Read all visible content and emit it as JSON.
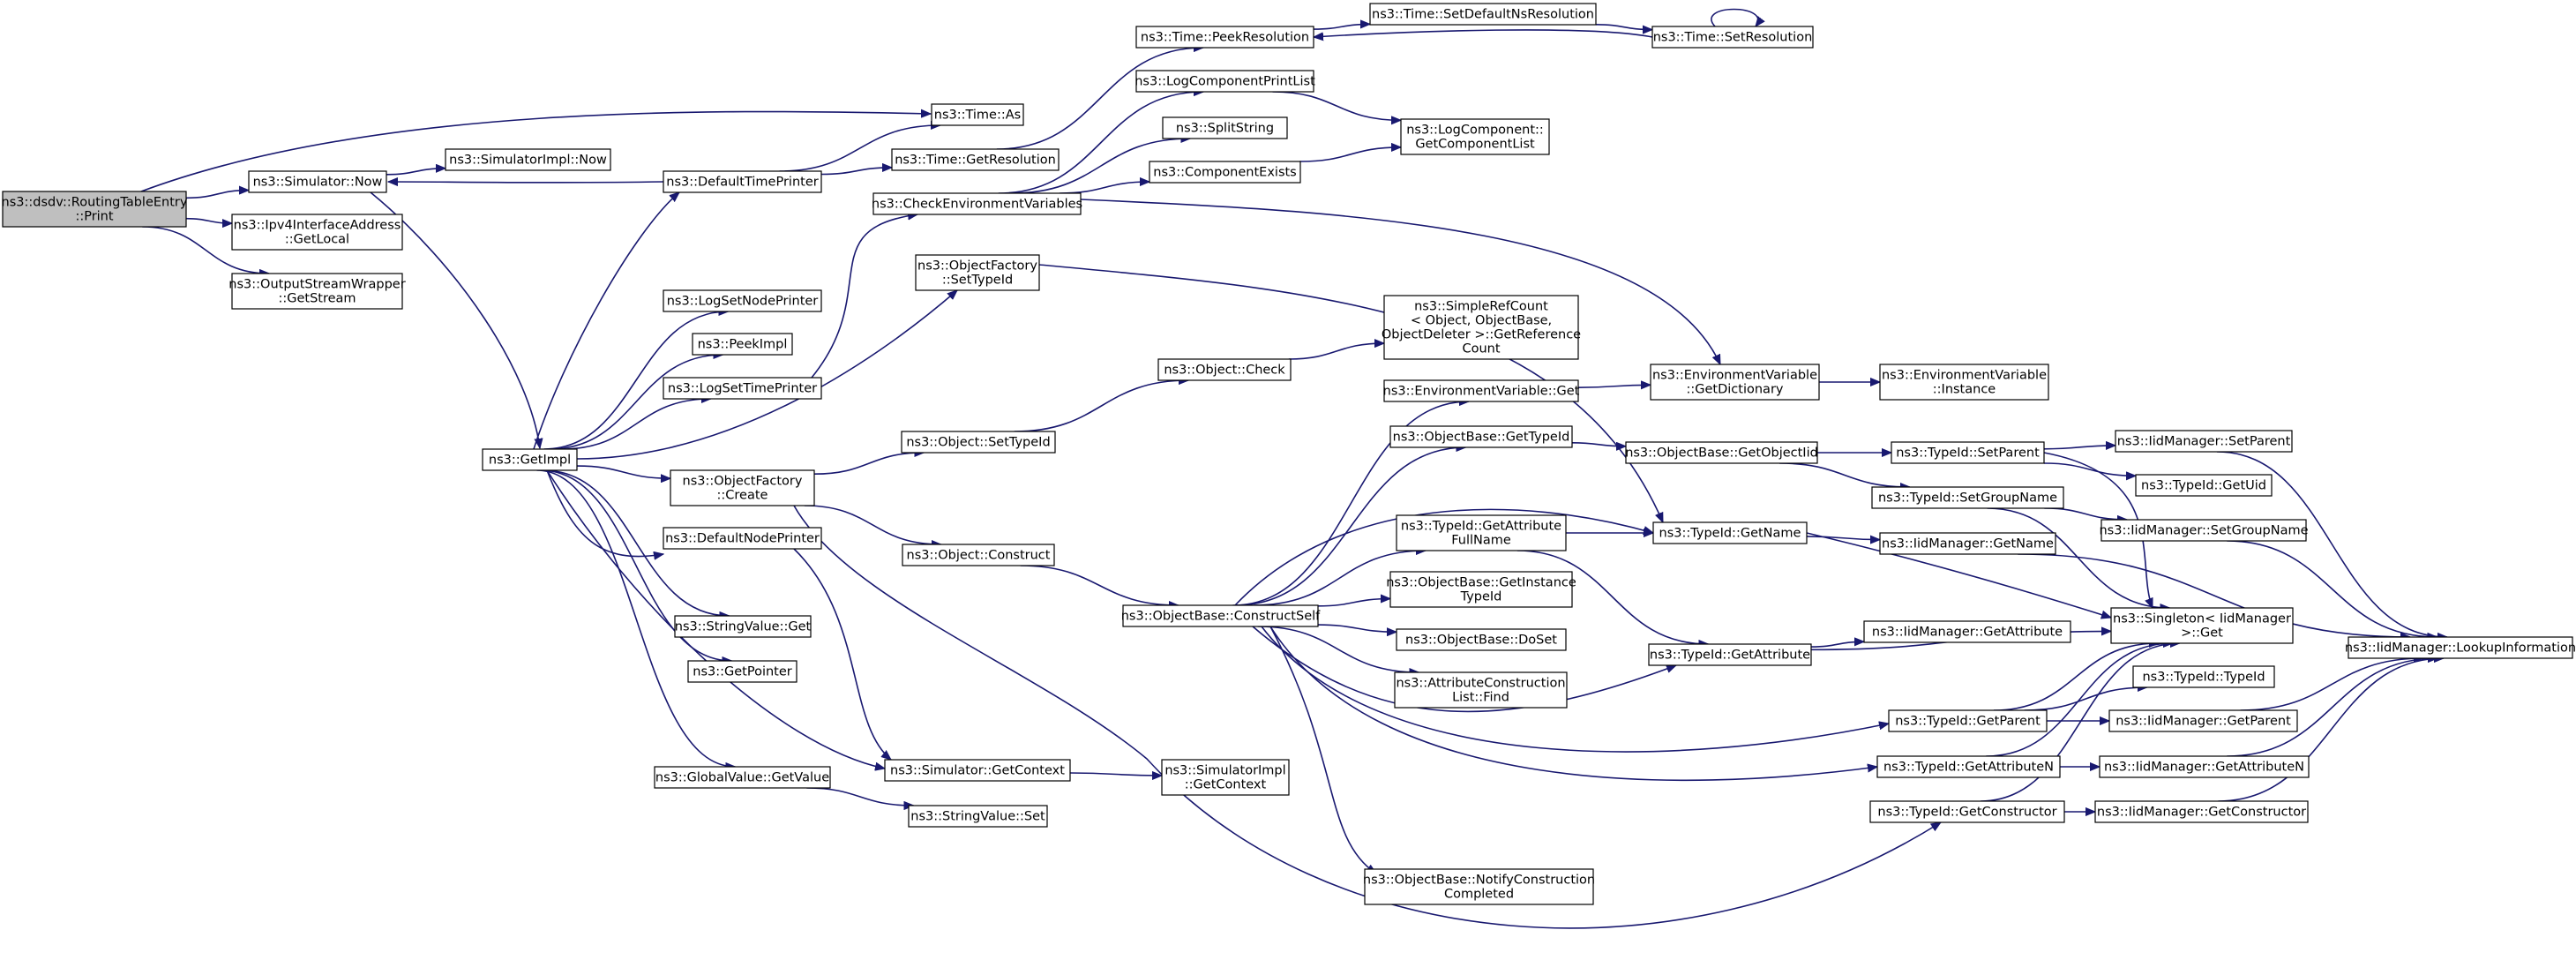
{
  "graph": {
    "kind": "call-graph",
    "colors": {
      "edge": "#191970",
      "root_fill": "#bfbfbf",
      "node_fill": "#ffffff",
      "node_border": "#000000",
      "text": "#000000"
    },
    "nodes": [
      {
        "id": "root",
        "lines": [
          "ns3::dsdv::RoutingTableEntry",
          "::Print"
        ],
        "root": true
      },
      {
        "id": "timeas",
        "lines": [
          "ns3::Time::As"
        ]
      },
      {
        "id": "simnow",
        "lines": [
          "ns3::Simulator::Now"
        ]
      },
      {
        "id": "simimplnow",
        "lines": [
          "ns3::SimulatorImpl::Now"
        ]
      },
      {
        "id": "ipv4",
        "lines": [
          "ns3::Ipv4InterfaceAddress",
          "::GetLocal"
        ]
      },
      {
        "id": "osw",
        "lines": [
          "ns3::OutputStreamWrapper",
          "::GetStream"
        ]
      },
      {
        "id": "dtp",
        "lines": [
          "ns3::DefaultTimePrinter"
        ]
      },
      {
        "id": "getres",
        "lines": [
          "ns3::Time::GetResolution"
        ]
      },
      {
        "id": "peekres",
        "lines": [
          "ns3::Time::PeekResolution"
        ]
      },
      {
        "id": "setdefns",
        "lines": [
          "ns3::Time::SetDefaultNsResolution"
        ]
      },
      {
        "id": "setres",
        "lines": [
          "ns3::Time::SetResolution"
        ]
      },
      {
        "id": "lcpl",
        "lines": [
          "ns3::LogComponentPrintList"
        ]
      },
      {
        "id": "lcgcl",
        "lines": [
          "ns3::LogComponent::",
          "GetComponentList"
        ]
      },
      {
        "id": "split",
        "lines": [
          "ns3::SplitString"
        ]
      },
      {
        "id": "compexists",
        "lines": [
          "ns3::ComponentExists"
        ]
      },
      {
        "id": "checkenv",
        "lines": [
          "ns3::CheckEnvironmentVariables"
        ]
      },
      {
        "id": "ofsettid",
        "lines": [
          "ns3::ObjectFactory",
          "::SetTypeId"
        ]
      },
      {
        "id": "lsnp",
        "lines": [
          "ns3::LogSetNodePrinter"
        ]
      },
      {
        "id": "peekimpl",
        "lines": [
          "ns3::PeekImpl"
        ]
      },
      {
        "id": "lstp",
        "lines": [
          "ns3::LogSetTimePrinter"
        ]
      },
      {
        "id": "getimpl",
        "lines": [
          "ns3::GetImpl"
        ]
      },
      {
        "id": "ofcreate",
        "lines": [
          "ns3::ObjectFactory",
          "::Create"
        ]
      },
      {
        "id": "dnp",
        "lines": [
          "ns3::DefaultNodePrinter"
        ]
      },
      {
        "id": "strget",
        "lines": [
          "ns3::StringValue::Get"
        ]
      },
      {
        "id": "getptr",
        "lines": [
          "ns3::GetPointer"
        ]
      },
      {
        "id": "gvget",
        "lines": [
          "ns3::GlobalValue::GetValue"
        ]
      },
      {
        "id": "simgetctx",
        "lines": [
          "ns3::Simulator::GetContext"
        ]
      },
      {
        "id": "strset",
        "lines": [
          "ns3::StringValue::Set"
        ]
      },
      {
        "id": "simimplgetctx",
        "lines": [
          "ns3::SimulatorImpl",
          "::GetContext"
        ]
      },
      {
        "id": "objsettid",
        "lines": [
          "ns3::Object::SetTypeId"
        ]
      },
      {
        "id": "objconstruct",
        "lines": [
          "ns3::Object::Construct"
        ]
      },
      {
        "id": "objcheck",
        "lines": [
          "ns3::Object::Check"
        ]
      },
      {
        "id": "srcgetref",
        "lines": [
          "ns3::SimpleRefCount",
          "< Object, ObjectBase,",
          " ObjectDeleter >::GetReference",
          "Count"
        ]
      },
      {
        "id": "obcs",
        "lines": [
          "ns3::ObjectBase::ConstructSelf"
        ]
      },
      {
        "id": "envget",
        "lines": [
          "ns3::EnvironmentVariable::Get"
        ]
      },
      {
        "id": "envgetdict",
        "lines": [
          "ns3::EnvironmentVariable",
          "::GetDictionary"
        ]
      },
      {
        "id": "envinst",
        "lines": [
          "ns3::EnvironmentVariable",
          "::Instance"
        ]
      },
      {
        "id": "obgettid",
        "lines": [
          "ns3::ObjectBase::GetTypeId"
        ]
      },
      {
        "id": "obgetoiid",
        "lines": [
          "ns3::ObjectBase::GetObjectIid"
        ]
      },
      {
        "id": "tidsetparent",
        "lines": [
          "ns3::TypeId::SetParent"
        ]
      },
      {
        "id": "iidsetparent",
        "lines": [
          "ns3::IidManager::SetParent"
        ]
      },
      {
        "id": "tidgetuid",
        "lines": [
          "ns3::TypeId::GetUid"
        ]
      },
      {
        "id": "tidsetgroup",
        "lines": [
          "ns3::TypeId::SetGroupName"
        ]
      },
      {
        "id": "iidsetgroup",
        "lines": [
          "ns3::IidManager::SetGroupName"
        ]
      },
      {
        "id": "tidgetattrfull",
        "lines": [
          "ns3::TypeId::GetAttribute",
          "FullName"
        ]
      },
      {
        "id": "tidgetname",
        "lines": [
          "ns3::TypeId::GetName"
        ]
      },
      {
        "id": "iidgetname",
        "lines": [
          "ns3::IidManager::GetName"
        ]
      },
      {
        "id": "obgetinst",
        "lines": [
          "ns3::ObjectBase::GetInstance",
          "TypeId"
        ]
      },
      {
        "id": "singletonget",
        "lines": [
          "ns3::Singleton< IidManager",
          " >::Get"
        ]
      },
      {
        "id": "iidlookup",
        "lines": [
          "ns3::IidManager::LookupInformation"
        ]
      },
      {
        "id": "obdoset",
        "lines": [
          "ns3::ObjectBase::DoSet"
        ]
      },
      {
        "id": "tidgetattr",
        "lines": [
          "ns3::TypeId::GetAttribute"
        ]
      },
      {
        "id": "iidgetattr",
        "lines": [
          "ns3::IidManager::GetAttribute"
        ]
      },
      {
        "id": "acfind",
        "lines": [
          "ns3::AttributeConstruction",
          "List::Find"
        ]
      },
      {
        "id": "tidtid",
        "lines": [
          "ns3::TypeId::TypeId"
        ]
      },
      {
        "id": "tidgetparent",
        "lines": [
          "ns3::TypeId::GetParent"
        ]
      },
      {
        "id": "iidgetparent",
        "lines": [
          "ns3::IidManager::GetParent"
        ]
      },
      {
        "id": "tidgetattrn",
        "lines": [
          "ns3::TypeId::GetAttributeN"
        ]
      },
      {
        "id": "iidgetattrn",
        "lines": [
          "ns3::IidManager::GetAttributeN"
        ]
      },
      {
        "id": "tidgetctor",
        "lines": [
          "ns3::TypeId::GetConstructor"
        ]
      },
      {
        "id": "iidgetctor",
        "lines": [
          "ns3::IidManager::GetConstructor"
        ]
      },
      {
        "id": "obnotify",
        "lines": [
          "ns3::ObjectBase::NotifyConstruction",
          "Completed"
        ]
      }
    ],
    "edges": [
      [
        "root",
        "timeas"
      ],
      [
        "root",
        "simnow"
      ],
      [
        "root",
        "ipv4"
      ],
      [
        "root",
        "osw"
      ],
      [
        "simnow",
        "simimplnow"
      ],
      [
        "simnow",
        "getimpl"
      ],
      [
        "dtp",
        "simnow"
      ],
      [
        "dtp",
        "timeas"
      ],
      [
        "dtp",
        "getres"
      ],
      [
        "getres",
        "peekres"
      ],
      [
        "peekres",
        "setdefns"
      ],
      [
        "setdefns",
        "setres"
      ],
      [
        "setres",
        "peekres"
      ],
      [
        "setres",
        "setres"
      ],
      [
        "checkenv",
        "lcpl"
      ],
      [
        "checkenv",
        "split"
      ],
      [
        "checkenv",
        "compexists"
      ],
      [
        "checkenv",
        "envgetdict"
      ],
      [
        "lcpl",
        "lcgcl"
      ],
      [
        "compexists",
        "lcgcl"
      ],
      [
        "getimpl",
        "dtp"
      ],
      [
        "getimpl",
        "lsnp"
      ],
      [
        "getimpl",
        "peekimpl"
      ],
      [
        "getimpl",
        "lstp"
      ],
      [
        "getimpl",
        "ofsettid"
      ],
      [
        "getimpl",
        "ofcreate"
      ],
      [
        "getimpl",
        "dnp"
      ],
      [
        "getimpl",
        "strget"
      ],
      [
        "getimpl",
        "getptr"
      ],
      [
        "getimpl",
        "gvget"
      ],
      [
        "getimpl",
        "simgetctx"
      ],
      [
        "lstp",
        "checkenv"
      ],
      [
        "dnp",
        "simgetctx"
      ],
      [
        "ofsettid",
        "tidgetname"
      ],
      [
        "ofcreate",
        "objsettid"
      ],
      [
        "ofcreate",
        "objconstruct"
      ],
      [
        "ofcreate",
        "tidgetctor"
      ],
      [
        "gvget",
        "strset"
      ],
      [
        "simgetctx",
        "simimplgetctx"
      ],
      [
        "objsettid",
        "objcheck"
      ],
      [
        "objcheck",
        "srcgetref"
      ],
      [
        "objconstruct",
        "obcs"
      ],
      [
        "obcs",
        "envget"
      ],
      [
        "obcs",
        "obgettid"
      ],
      [
        "obcs",
        "tidgetname"
      ],
      [
        "obcs",
        "tidgetattrfull"
      ],
      [
        "obcs",
        "obgetinst"
      ],
      [
        "obcs",
        "obdoset"
      ],
      [
        "obcs",
        "acfind"
      ],
      [
        "obcs",
        "tidgetattr"
      ],
      [
        "obcs",
        "tidgetparent"
      ],
      [
        "obcs",
        "tidgetattrn"
      ],
      [
        "obcs",
        "obnotify"
      ],
      [
        "envget",
        "envgetdict"
      ],
      [
        "envgetdict",
        "envinst"
      ],
      [
        "obgettid",
        "obgetoiid"
      ],
      [
        "obgetoiid",
        "tidsetparent"
      ],
      [
        "obgetoiid",
        "tidsetgroup"
      ],
      [
        "tidsetparent",
        "iidsetparent"
      ],
      [
        "tidsetparent",
        "tidgetuid"
      ],
      [
        "tidsetparent",
        "singletonget"
      ],
      [
        "iidsetparent",
        "iidlookup"
      ],
      [
        "tidsetgroup",
        "iidsetgroup"
      ],
      [
        "tidsetgroup",
        "singletonget"
      ],
      [
        "iidsetgroup",
        "iidlookup"
      ],
      [
        "tidgetattrfull",
        "tidgetname"
      ],
      [
        "tidgetattrfull",
        "tidgetattr"
      ],
      [
        "tidgetname",
        "iidgetname"
      ],
      [
        "tidgetname",
        "singletonget"
      ],
      [
        "iidgetname",
        "iidlookup"
      ],
      [
        "tidgetattr",
        "iidgetattr"
      ],
      [
        "tidgetattr",
        "singletonget"
      ],
      [
        "tidgetparent",
        "tidtid"
      ],
      [
        "tidgetparent",
        "iidgetparent"
      ],
      [
        "tidgetparent",
        "singletonget"
      ],
      [
        "iidgetparent",
        "iidlookup"
      ],
      [
        "tidgetattrn",
        "iidgetattrn"
      ],
      [
        "tidgetattrn",
        "singletonget"
      ],
      [
        "iidgetattrn",
        "iidlookup"
      ],
      [
        "tidgetctor",
        "iidgetctor"
      ],
      [
        "tidgetctor",
        "singletonget"
      ],
      [
        "iidgetctor",
        "iidlookup"
      ]
    ]
  }
}
